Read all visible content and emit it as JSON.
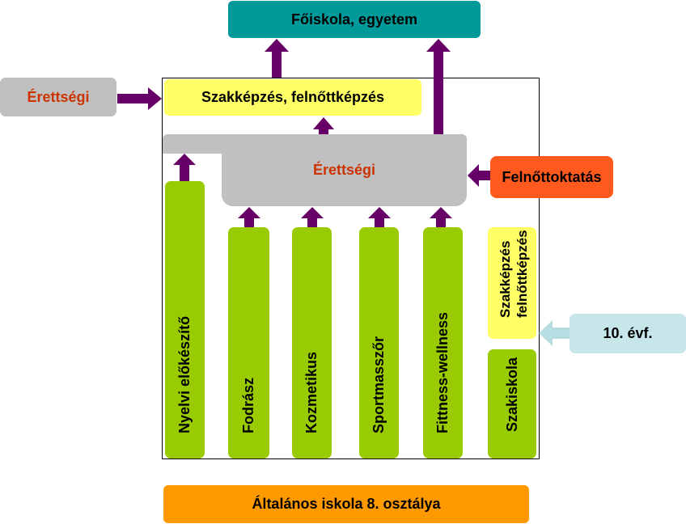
{
  "boxes": {
    "university": "Főiskola, egyetem",
    "erettsegi_left": "Érettségi",
    "szakkepzes_top": "Szakképzés, felnőttképzés",
    "erettsegi_center": "Érettségi",
    "felnottoktatas": "Felnőttoktatás",
    "evf10": "10. évf.",
    "general_school": "Általános iskola 8. osztálya"
  },
  "columns": [
    "Nyelvi előkészítő",
    "Fodrász",
    "Kozmetikus",
    "Sportmasszőr",
    "Fittness-wellness"
  ],
  "side_column": {
    "szakkepzes_line1": "Szakképzés",
    "szakkepzes_line2": "felnőttképzés",
    "szakiskola": "Szakiskola"
  },
  "colors": {
    "teal": "#009999",
    "grey": "#c0c0c0",
    "yellow": "#ffff66",
    "green": "#99cc00",
    "orange_red": "#ff5a1e",
    "light_blue": "#c6e6ea",
    "orange": "#ff9900",
    "arrow": "#660066",
    "red_text": "#cc3300"
  }
}
